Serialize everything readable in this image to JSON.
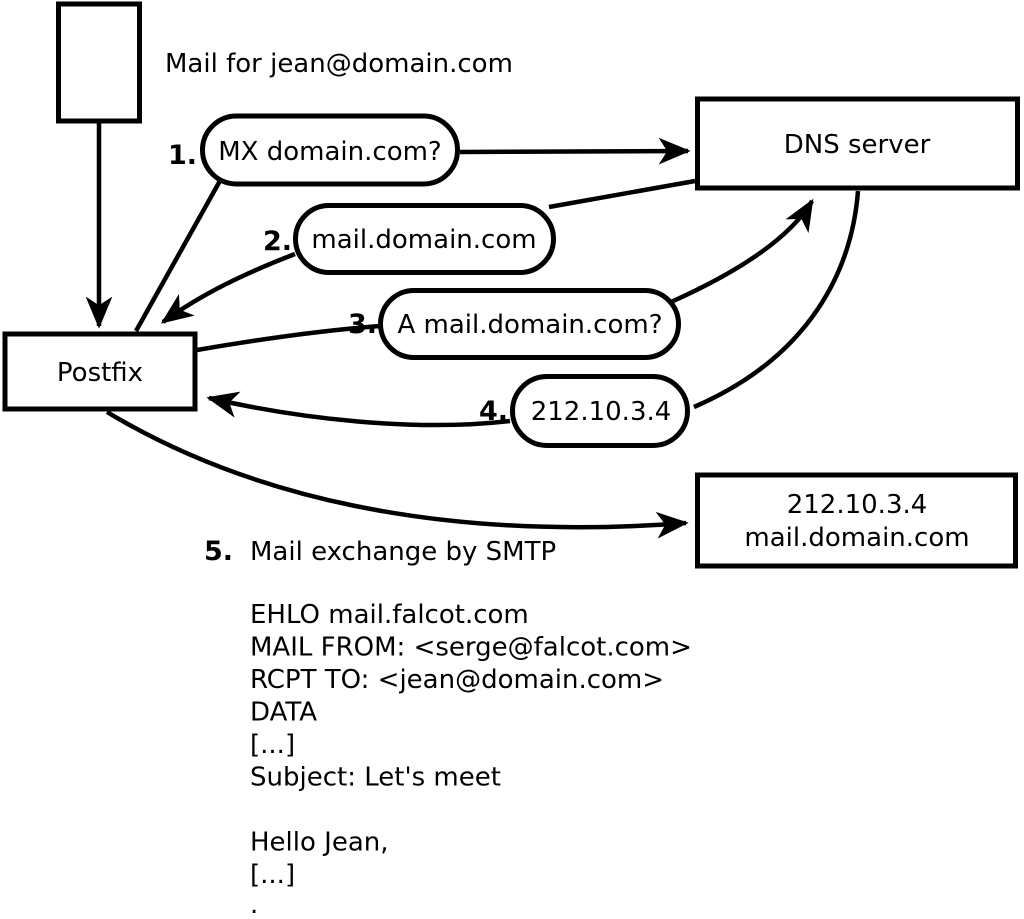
{
  "colors": {
    "ink": "#000000",
    "background": "#ffffff"
  },
  "diagram": {
    "mail_note": "Mail for jean@domain.com",
    "nodes": {
      "postfix": "Postfix",
      "dns_server": "DNS server",
      "mail_server_line1": "212.10.3.4",
      "mail_server_line2": "mail.domain.com"
    },
    "steps": [
      {
        "num": "1.",
        "label": "MX domain.com?"
      },
      {
        "num": "2.",
        "label": "mail.domain.com"
      },
      {
        "num": "3.",
        "label": "A mail.domain.com?"
      },
      {
        "num": "4.",
        "label": "212.10.3.4"
      },
      {
        "num": "5.",
        "label": "Mail exchange by SMTP"
      }
    ],
    "smtp_transcript": [
      "EHLO mail.falcot.com",
      "MAIL FROM: <serge@falcot.com>",
      "RCPT TO: <jean@domain.com>",
      "DATA",
      "[...]",
      "Subject: Let's meet",
      "",
      "Hello Jean,",
      "[...]",
      "."
    ]
  }
}
